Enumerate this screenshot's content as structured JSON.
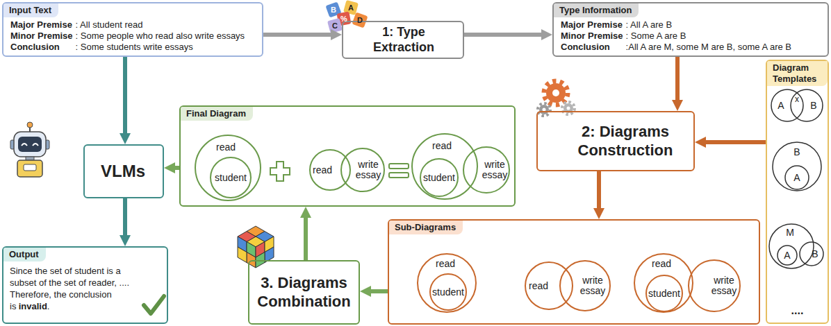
{
  "diagram": {
    "nodes": [
      {
        "text": [
          "Input Text",
          "Major Premise",
          ": All student read",
          "Minor Premise",
          ": Some people who read also write essays",
          "Conclusion",
          ": Some students write essays"
        ]
      },
      {
        "text": [
          "1: Type Extraction"
        ]
      },
      {
        "text": [
          "Type Information",
          "Major Premise",
          ": All A are B",
          "Minor Premise",
          ": Some A are B",
          "Conclusion",
          ":All A are M, some M are B, some A are B"
        ]
      },
      {
        "text": [
          "Diagram Templates",
          "...."
        ]
      },
      {
        "text": [
          "A"
        ],
        "in": 3
      },
      {
        "text": [
          "B"
        ],
        "in": 3
      },
      {
        "text": [
          "B"
        ],
        "in": 3
      },
      {
        "text": [
          "A"
        ],
        "in": 6
      },
      {
        "text": [
          "M"
        ],
        "in": 3
      },
      {
        "text": [
          "A"
        ],
        "in": 8
      },
      {
        "text": [
          "B"
        ],
        "in": 3
      },
      {
        "text": [
          "2: Diagrams Construction"
        ]
      },
      {
        "text": [
          "VLMs"
        ]
      },
      {
        "text": [
          "Final Diagram"
        ]
      },
      {
        "text": [
          "read"
        ],
        "in": 13
      },
      {
        "text": [
          "student"
        ],
        "in": 14
      },
      {
        "text": [
          "read"
        ],
        "in": 13
      },
      {
        "text": [
          "write essay"
        ],
        "in": 13
      },
      {
        "text": [
          "read"
        ],
        "in": 13
      },
      {
        "text": [
          "student"
        ],
        "in": 18
      },
      {
        "text": [
          "write essay"
        ],
        "in": 13
      },
      {
        "text": [
          "Output",
          "Since the set of student is a subset of the set of reader, .... Therefore, the conclusion is",
          "invalid",
          "."
        ]
      },
      {
        "text": [
          "3. Diagrams Combination"
        ]
      },
      {
        "text": [
          "Sub-Diagrams"
        ]
      },
      {
        "text": [
          "read"
        ],
        "in": 23
      },
      {
        "text": [
          "student"
        ],
        "in": 24
      },
      {
        "text": [
          "read"
        ],
        "in": 23
      },
      {
        "text": [
          "write essay"
        ],
        "in": 23
      },
      {
        "text": [
          "read"
        ],
        "in": 23
      },
      {
        "text": [
          "student"
        ],
        "in": 28
      },
      {
        "text": [
          "write essay"
        ],
        "in": 23
      }
    ],
    "edges": [
      {
        "from": 0,
        "to": 1,
        "arrow": "to"
      },
      {
        "from": 1,
        "to": 2,
        "arrow": "to"
      },
      {
        "from": 2,
        "to": 11,
        "arrow": "to"
      },
      {
        "from": 3,
        "to": 11,
        "arrow": "to"
      },
      {
        "from": 11,
        "to": 23,
        "arrow": "to"
      },
      {
        "from": 23,
        "to": 22,
        "arrow": "to"
      },
      {
        "from": 22,
        "to": 13,
        "arrow": "to"
      },
      {
        "from": 13,
        "to": 12,
        "arrow": "to"
      },
      {
        "from": 0,
        "to": 12,
        "arrow": "to"
      },
      {
        "from": 12,
        "to": 21,
        "arrow": "to"
      }
    ],
    "labels": [
      "x",
      "B",
      "A",
      "%",
      "D",
      "C"
    ]
  }
}
